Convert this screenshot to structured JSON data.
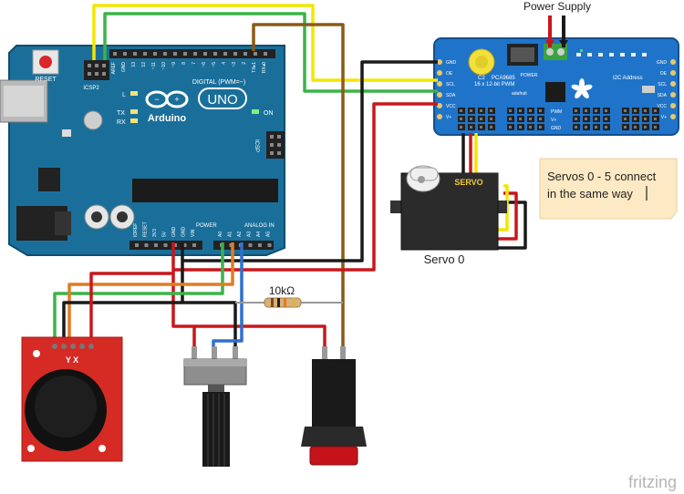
{
  "labels": {
    "power_supply": "Power Supply",
    "servo_name": "Servo 0",
    "note": "Servos 0 - 5 connect in the same way",
    "note_line1": "Servos 0 - 5 connect",
    "note_line2": "in the same way",
    "resistor_value": "10kΩ",
    "watermark": "fritzing"
  },
  "arduino": {
    "reset": "RESET",
    "icsp2": "ICSP2",
    "brand": "Arduino",
    "model": "UNO",
    "digital": "DIGITAL (PWM=~)",
    "led_l": "L",
    "led_tx": "TX",
    "led_rx": "RX",
    "on": "ON",
    "icsp": "ICSP",
    "power": "POWER",
    "analog_in": "ANALOG IN",
    "digital_pins": [
      "AREF",
      "GND",
      "13",
      "12",
      "~11",
      "~10",
      "~9",
      "8",
      "7",
      "~6",
      "~5",
      "4",
      "~3",
      "2",
      "TX▸1",
      "RX◂0"
    ],
    "power_pins": [
      "IOREF",
      "RESET",
      "3V3",
      "5V",
      "GND",
      "GND",
      "VIN"
    ],
    "analog_pins": [
      "A0",
      "A1",
      "A2",
      "A3",
      "A4",
      "A5"
    ]
  },
  "pwm_board": {
    "title": "PCA9685",
    "subtitle": "16 x 12-bit PWM",
    "brand": "adafruit",
    "i2c_label": "I2C Address",
    "left_pins": [
      "GND",
      "OE",
      "SCL",
      "SDA",
      "VCC",
      "V+"
    ],
    "right_pins": [
      "GND",
      "OE",
      "SCL",
      "SDA",
      "VCC",
      "V+"
    ],
    "rail_labels": [
      "PWM",
      "V+",
      "GND"
    ],
    "c2": "C2",
    "power": "POWER"
  },
  "servo": {
    "brand": "SERVO"
  },
  "joystick": {
    "labels": "Y X"
  },
  "colors": {
    "board_blue": "#1a6f9a",
    "pwm_blue": "#1f74c9",
    "wire_yellow": "#f3e600",
    "wire_green": "#3bb34a",
    "wire_red": "#c8171c",
    "wire_black": "#1a1a1a",
    "wire_orange": "#e37b22",
    "wire_blue": "#2f6fd0",
    "wire_brown": "#8a5a16",
    "note_bg": "#fde9c4",
    "joystick_red": "#d62a25",
    "button_red": "#c4141a"
  },
  "icons": [
    "usb-connector-icon",
    "dc-jack-icon",
    "arduino-infinity-logo",
    "adafruit-flower-logo",
    "servo-icon",
    "potentiometer-icon",
    "pushbutton-icon",
    "joystick-icon",
    "resistor-icon"
  ]
}
